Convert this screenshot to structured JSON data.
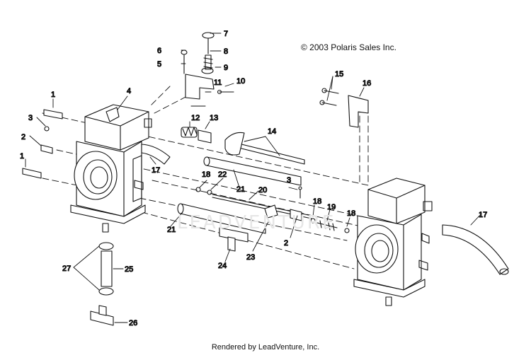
{
  "copyright": "© 2003 Polaris Sales Inc.",
  "footer": "Rendered by LeadVenture, Inc.",
  "watermark": "LEADVENTURE",
  "callouts": {
    "c1a": "1",
    "c1b": "1",
    "c2a": "2",
    "c2b": "2",
    "c3a": "3",
    "c3b": "3",
    "c4": "4",
    "c5": "5",
    "c6": "6",
    "c7": "7",
    "c8": "8",
    "c9": "9",
    "c10": "10",
    "c11": "11",
    "c12": "12",
    "c13": "13",
    "c14": "14",
    "c15": "15",
    "c16": "16",
    "c17a": "17",
    "c17b": "17",
    "c18a": "18",
    "c18b": "18",
    "c18c": "18",
    "c19": "19",
    "c20": "20",
    "c21a": "21",
    "c21b": "21",
    "c22": "22",
    "c23": "23",
    "c24": "24",
    "c25": "25",
    "c26": "26",
    "c27": "27"
  }
}
